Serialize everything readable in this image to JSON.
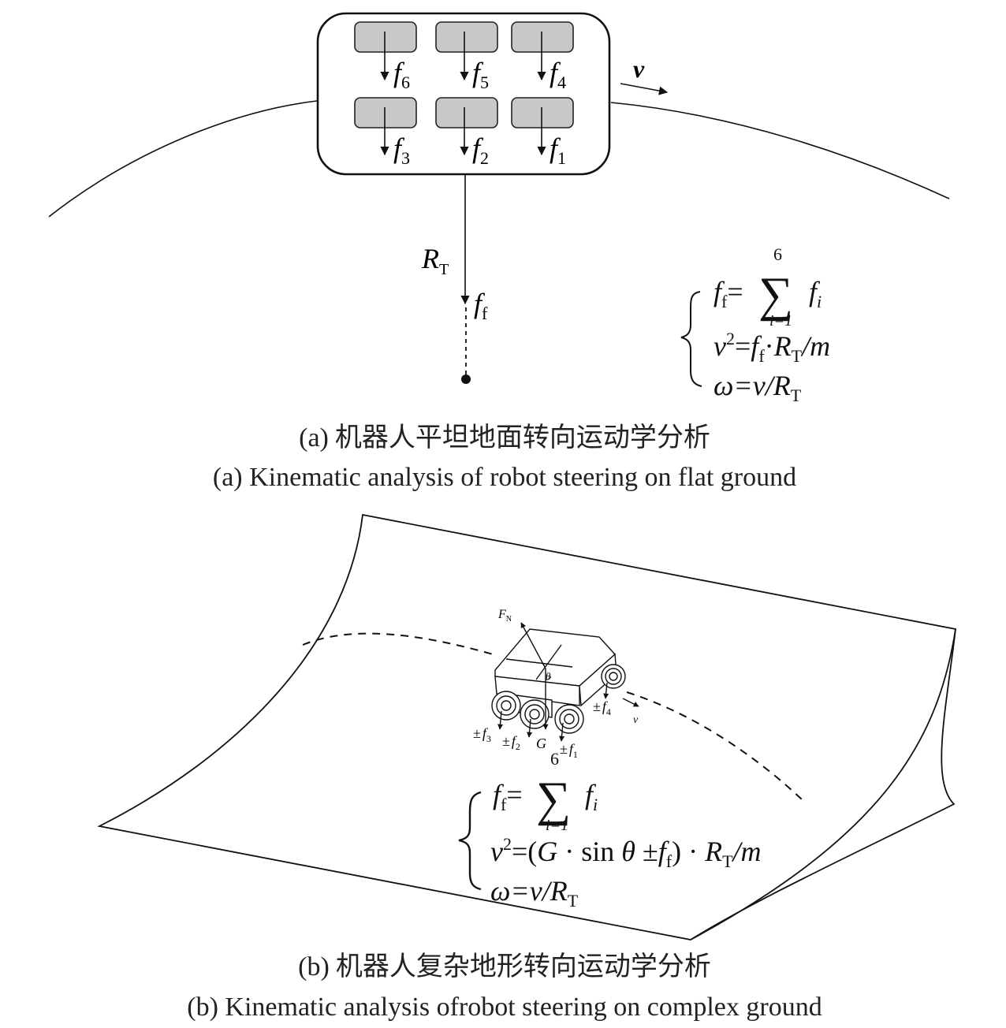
{
  "panel_a": {
    "wheel_labels": [
      {
        "f": "f",
        "sub": "6"
      },
      {
        "f": "f",
        "sub": "5"
      },
      {
        "f": "f",
        "sub": "4"
      },
      {
        "f": "f",
        "sub": "3"
      },
      {
        "f": "f",
        "sub": "2"
      },
      {
        "f": "f",
        "sub": "1"
      }
    ],
    "velocity": "v",
    "radius": {
      "main": "R",
      "sub": "T"
    },
    "friction": {
      "main": "f",
      "sub": "f"
    },
    "equations": {
      "eq1": {
        "lhs": "f",
        "lhs_sub": "f",
        "eq": "=",
        "sum_top": "6",
        "sum_bottom": "i=1",
        "rhs": "f",
        "rhs_sub": "i"
      },
      "eq2": {
        "a": "v",
        "sup": "2",
        "b": "=",
        "c": "f",
        "c_sub": "f",
        "d": "·",
        "e": "R",
        "e_sub": "T",
        "g": "/m"
      },
      "eq3": {
        "a": "ω",
        "b": "=v/",
        "c": "R",
        "c_sub": "T"
      }
    },
    "caption_zh_prefix": "(a)",
    "caption_zh": "机器人平坦地面转向运动学分析",
    "caption_en": "(a) Kinematic analysis of robot steering on flat ground"
  },
  "panel_b": {
    "normal_force": {
      "main": "F",
      "sub": "N"
    },
    "angle": "θ",
    "gravity": "G",
    "velocity": "v",
    "wheel_labels": [
      {
        "pm": "±",
        "f": "f",
        "sub": "3"
      },
      {
        "pm": "±",
        "f": "f",
        "sub": "2"
      },
      {
        "pm": "±",
        "f": "f",
        "sub": "1"
      },
      {
        "pm": "±",
        "f": "f",
        "sub": "4"
      }
    ],
    "equations": {
      "eq1": {
        "lhs": "f",
        "lhs_sub": "f",
        "eq": "=",
        "sum_top": "6",
        "sum_bottom": "i=1",
        "rhs": "f",
        "rhs_sub": "i"
      },
      "eq2": {
        "a": "v",
        "sup": "2",
        "b": "=(",
        "c": "G",
        "d": " · sin ",
        "e": "θ",
        "f": " ±",
        "g": "f",
        "g_sub": "f",
        "h": ") · ",
        "i": "R",
        "i_sub": "T",
        "j": "/m"
      },
      "eq3": {
        "a": "ω",
        "b": "=v/",
        "c": "R",
        "c_sub": "T"
      }
    },
    "caption_zh_prefix": "(b)",
    "caption_zh": "机器人复杂地形转向运动学分析",
    "caption_en": "(b) Kinematic analysis ofrobot steering on complex ground"
  }
}
